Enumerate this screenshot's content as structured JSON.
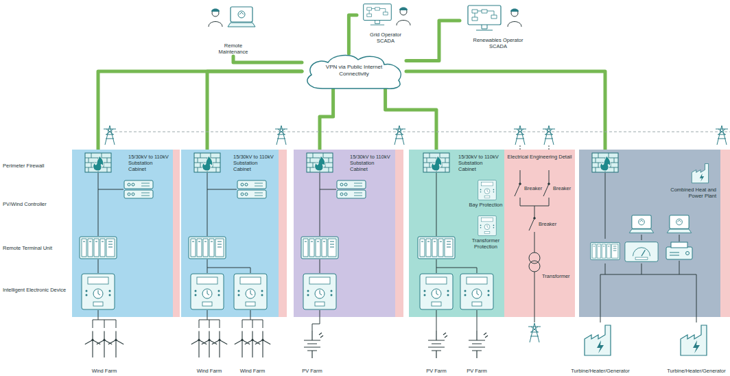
{
  "diagram": {
    "nodes": [
      {
        "text": [
          "Remote Maintenance"
        ]
      },
      {
        "text": [
          "Grid Operator SCADA"
        ]
      },
      {
        "text": [
          "Renewables Operator SCADA"
        ]
      },
      {
        "text": [
          "VPN via Public Internet Connectivity"
        ]
      },
      {
        "text": [
          "15/30kV to 110kV Substation Cabinet"
        ]
      },
      {
        "text": [
          "15/30kV to 110kV Substation Cabinet"
        ]
      },
      {
        "text": [
          "15/30kV to 110kV Substation Cabinet"
        ]
      },
      {
        "text": [
          "15/30kV to 110kV Substation Cabinet"
        ]
      },
      {
        "text": [
          "Electrical Engineering Detail"
        ],
        "in": 7
      },
      {
        "text": [
          "Combined Heat and Power Plant"
        ]
      }
    ],
    "edges": [
      {
        "from": 3,
        "to": 0,
        "arrow": "none"
      },
      {
        "from": 3,
        "to": 1,
        "arrow": "none"
      },
      {
        "from": 3,
        "to": 2,
        "arrow": "none"
      },
      {
        "from": 3,
        "to": 4,
        "arrow": "none"
      },
      {
        "from": 3,
        "to": 5,
        "arrow": "none"
      },
      {
        "from": 3,
        "to": 6,
        "arrow": "none"
      },
      {
        "from": 3,
        "to": 7,
        "arrow": "none"
      },
      {
        "from": 3,
        "to": 9,
        "arrow": "none"
      }
    ],
    "labels": [
      "Perimeter Firewall",
      "PV/Wind Controller",
      "Remote Terminal Unit",
      "Intelligent Electronic Device",
      "Breaker",
      "Breaker",
      "Breaker",
      "Bay Protection",
      "Transformer Protection",
      "Transformer",
      "Wind Farm",
      "Wind Farm",
      "Wind Farm",
      "PV Farm",
      "PV Farm",
      "PV Farm",
      "Turbine/Heater/Generator",
      "Turbine/Heater/Generator"
    ]
  }
}
